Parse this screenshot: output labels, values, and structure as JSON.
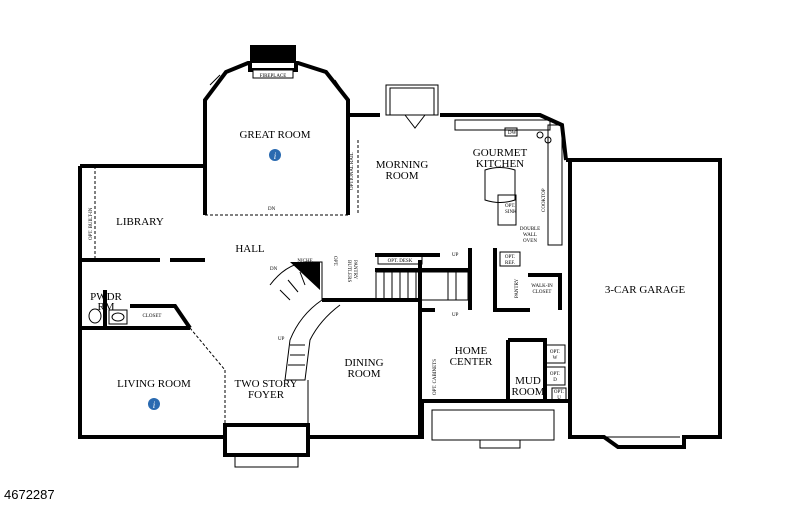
{
  "rooms": {
    "great_room": "GREAT ROOM",
    "morning_room": [
      "MORNING",
      "ROOM"
    ],
    "gourmet_kitchen": [
      "GOURMET",
      "KITCHEN"
    ],
    "library": "LIBRARY",
    "hall": "HALL",
    "pwdr_rm": [
      "PWDR",
      "RM"
    ],
    "living_room": "LIVING ROOM",
    "two_story_foyer": [
      "TWO STORY",
      "FOYER"
    ],
    "dining_room": [
      "DINING",
      "ROOM"
    ],
    "home_center": [
      "HOME",
      "CENTER"
    ],
    "mud_room": [
      "MUD",
      "ROOM"
    ],
    "garage": "3-CAR GARAGE"
  },
  "small_labels": {
    "fireplace": "FIREPLACE",
    "optional_rail": "OPTIONAL RAIL",
    "dn": "DN",
    "up": "UP",
    "opt_built_in": "OPT. BUILT-IN",
    "closet": "CLOSET",
    "niche": "NICHE",
    "opt_sink": [
      "OPT.",
      "SINK"
    ],
    "opt_desk": "OPT. DESK",
    "butlers_pantry": [
      "BUTLERS",
      "PANTRY"
    ],
    "dw": "DW",
    "cooktop": "COOKTOP",
    "double_wall_oven": [
      "DOUBLE",
      "WALL",
      "OVEN"
    ],
    "opt_ref": [
      "OPT.",
      "REF."
    ],
    "pantry": "PANTRY",
    "walk_in_closet": [
      "WALK-IN",
      "CLOSET"
    ],
    "opt_cabinets": "OPT. CABINETS",
    "opt_w": [
      "OPT.",
      "W"
    ],
    "opt_d": [
      "OPT.",
      "D"
    ],
    "opt_u": [
      "OPT.",
      "U"
    ],
    "kitchen_opt_sink": [
      "OPT.",
      "SINK"
    ]
  },
  "info_icon_glyph": "i",
  "listing_id": "4672287"
}
